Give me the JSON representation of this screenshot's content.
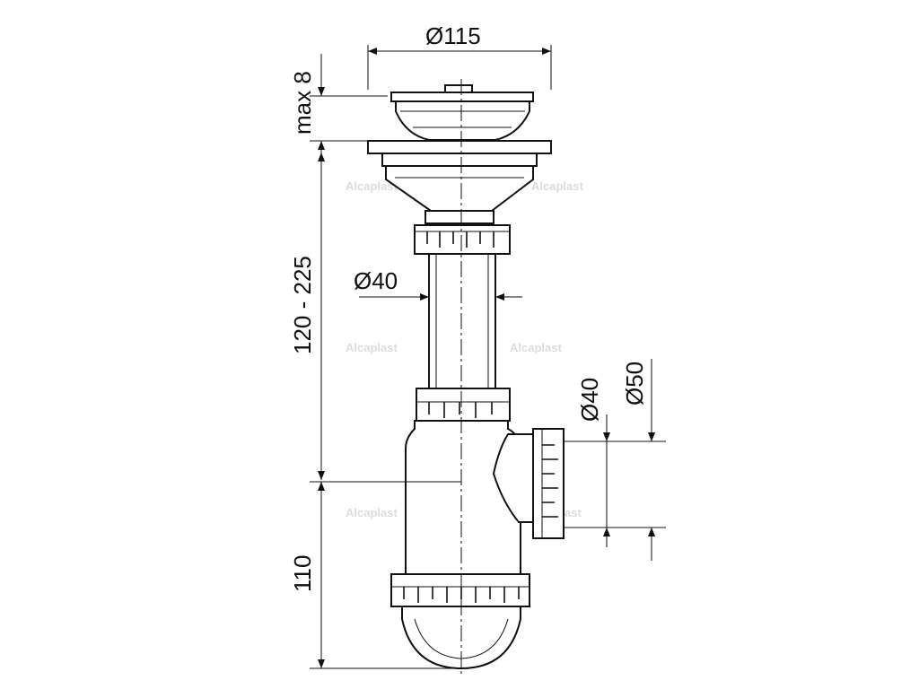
{
  "dimensions": {
    "top_diameter": "Ø115",
    "max_height": "max 8",
    "adjustable_height": "120 - 225",
    "tube_diameter": "Ø40",
    "outlet_inner_diameter": "Ø40",
    "outlet_outer_diameter": "Ø50",
    "bottom_height": "110"
  },
  "watermark": "Alcaplast"
}
